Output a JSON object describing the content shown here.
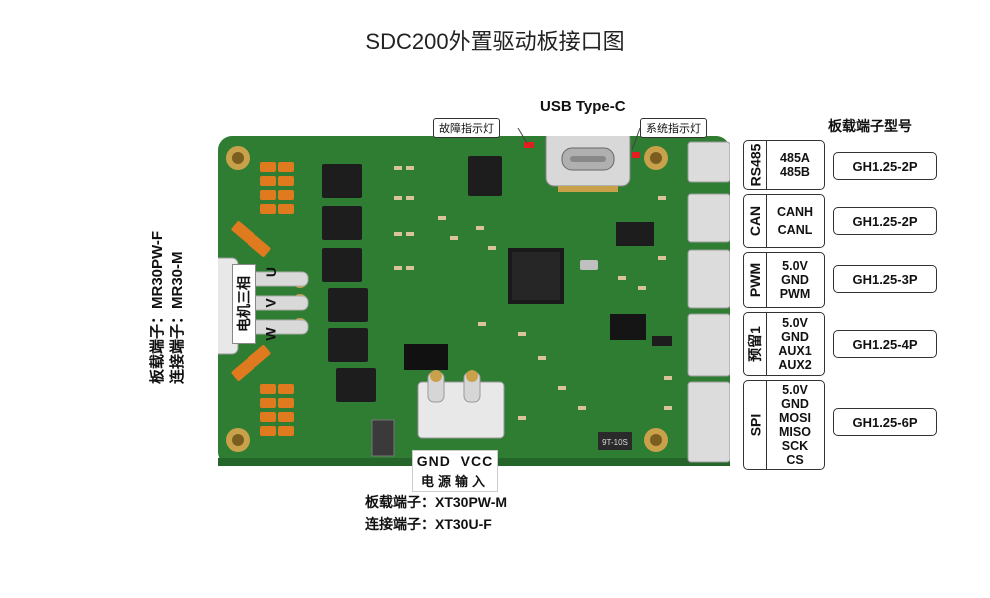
{
  "title": "SDC200外置驱动板接口图",
  "usb_label": "USB Type-C",
  "fault_led_label": "故障指示灯",
  "system_led_label": "系统指示灯",
  "column_header": "板载端子型号",
  "connectors": [
    {
      "group": "RS485",
      "pins": [
        "485A",
        "485B"
      ],
      "model": "GH1.25-2P"
    },
    {
      "group": "CAN",
      "pins": [
        "CANH",
        "CANL"
      ],
      "model": "GH1.25-2P"
    },
    {
      "group": "PWM",
      "pins": [
        "5.0V",
        "GND",
        "PWM"
      ],
      "model": "GH1.25-3P"
    },
    {
      "group": "预留1",
      "pins": [
        "5.0V",
        "GND",
        "AUX1",
        "AUX2"
      ],
      "model": "GH1.25-4P"
    },
    {
      "group": "SPI",
      "pins": [
        "5.0V",
        "GND",
        "MOSI",
        "MISO",
        "SCK",
        "CS"
      ],
      "model": "GH1.25-6P"
    }
  ],
  "motor": {
    "label": "电机三相",
    "phases": [
      "U",
      "V",
      "W"
    ],
    "board_terminal": "板载端子：MR30PW-F",
    "mating_terminal": "连接端子：MR30-M"
  },
  "power": {
    "pins": "GND  VCC",
    "label": "电源输入",
    "board_terminal": "板载端子：XT30PW-M",
    "mating_terminal": "连接端子：XT30U-F"
  },
  "chip_marking": "9T-10S",
  "colors": {
    "pcb": "#2f7d32",
    "pcb_dark": "#25652a",
    "copper": "#c9a14a",
    "capacitor": "#e07a1f",
    "led_red": "#e02020"
  }
}
